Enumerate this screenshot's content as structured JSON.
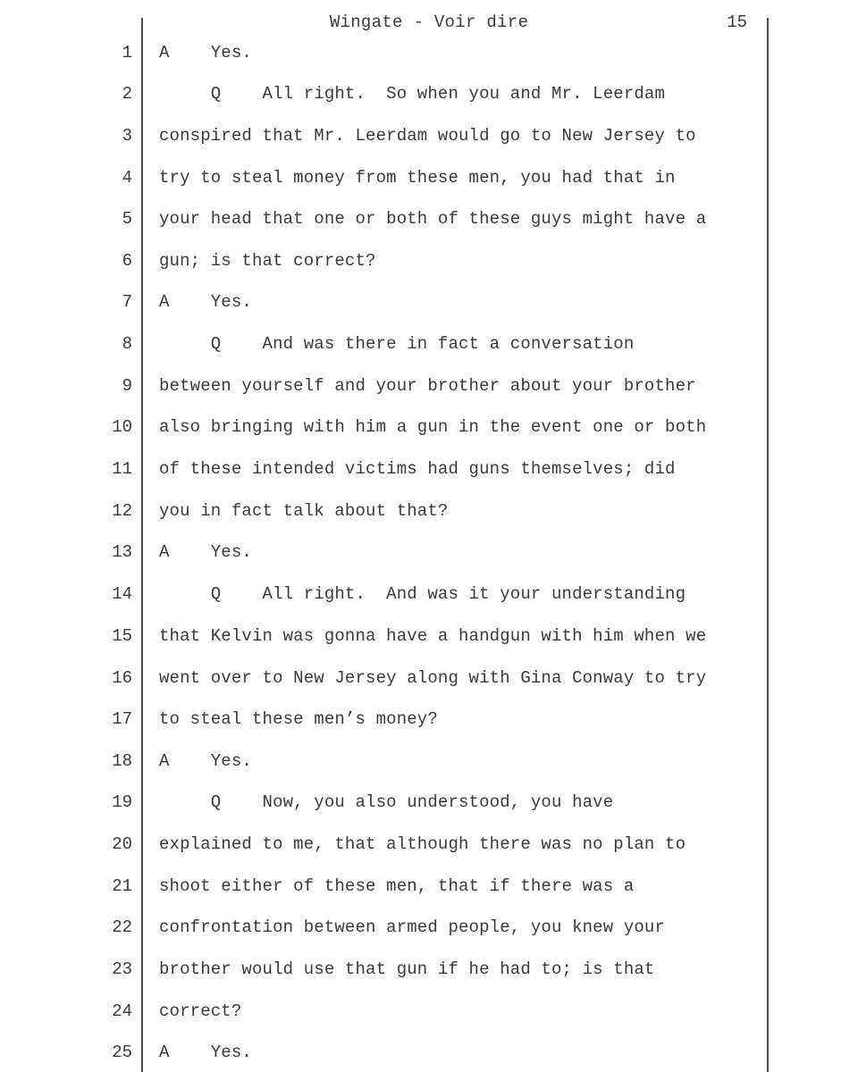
{
  "header": {
    "title": "Wingate - Voir dire",
    "page_number": "15"
  },
  "lines": [
    {
      "num": "1",
      "text": "A    Yes."
    },
    {
      "num": "2",
      "text": "     Q    All right.  So when you and Mr. Leerdam"
    },
    {
      "num": "3",
      "text": "conspired that Mr. Leerdam would go to New Jersey to"
    },
    {
      "num": "4",
      "text": "try to steal money from these men, you had that in"
    },
    {
      "num": "5",
      "text": "your head that one or both of these guys might have a"
    },
    {
      "num": "6",
      "text": "gun; is that correct?"
    },
    {
      "num": "7",
      "text": "A    Yes."
    },
    {
      "num": "8",
      "text": "     Q    And was there in fact a conversation"
    },
    {
      "num": "9",
      "text": "between yourself and your brother about your brother"
    },
    {
      "num": "10",
      "text": "also bringing with him a gun in the event one or both"
    },
    {
      "num": "11",
      "text": "of these intended victims had guns themselves; did"
    },
    {
      "num": "12",
      "text": "you in fact talk about that?"
    },
    {
      "num": "13",
      "text": "A    Yes."
    },
    {
      "num": "14",
      "text": "     Q    All right.  And was it your understanding"
    },
    {
      "num": "15",
      "text": "that Kelvin was gonna have a handgun with him when we"
    },
    {
      "num": "16",
      "text": "went over to New Jersey along with Gina Conway to try"
    },
    {
      "num": "17",
      "text": "to steal these men’s money?"
    },
    {
      "num": "18",
      "text": "A    Yes."
    },
    {
      "num": "19",
      "text": "     Q    Now, you also understood, you have"
    },
    {
      "num": "20",
      "text": "explained to me, that although there was no plan to"
    },
    {
      "num": "21",
      "text": "shoot either of these men, that if there was a"
    },
    {
      "num": "22",
      "text": "confrontation between armed people, you knew your"
    },
    {
      "num": "23",
      "text": "brother would use that gun if he had to; is that"
    },
    {
      "num": "24",
      "text": "correct?"
    },
    {
      "num": "25",
      "text": "A    Yes."
    }
  ]
}
